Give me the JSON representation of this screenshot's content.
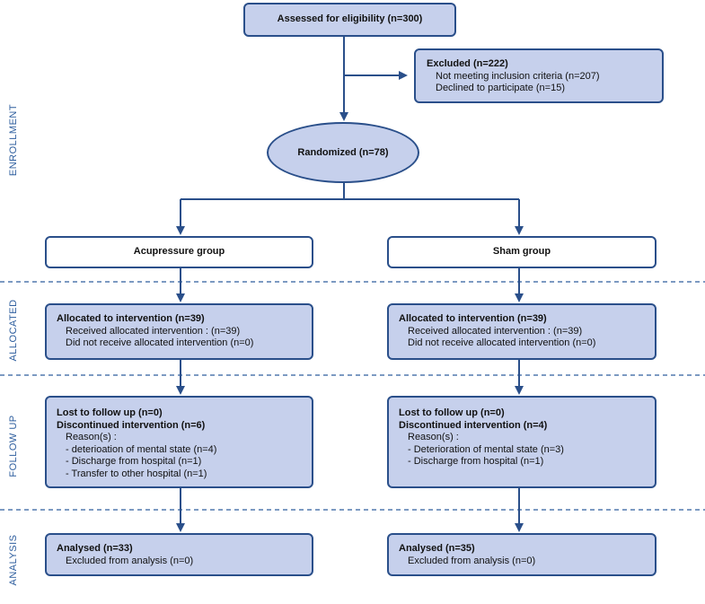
{
  "side_labels": {
    "enrollment": "ENROLLMENT",
    "allocated": "ALLOCATED",
    "follow_up": "FOLLOW UP",
    "analysis": "ANALYSIS"
  },
  "assessed": "Assessed for eligibility (n=300)",
  "excluded": {
    "title": "Excluded (n=222)",
    "lines": [
      "Not meeting inclusion criteria (n=207)",
      "Declined to participate (n=15)"
    ]
  },
  "randomized": "Randomized (n=78)",
  "groups": {
    "left": "Acupressure group",
    "right": "Sham group"
  },
  "allocation": {
    "left": {
      "title": "Allocated to intervention (n=39)",
      "line1": "Received allocated intervention : (n=39)",
      "line2": "Did not receive allocated intervention (n=0)"
    },
    "right": {
      "title": "Allocated to intervention (n=39)",
      "line1": "Received allocated intervention : (n=39)",
      "line2": "Did not receive allocated intervention (n=0)"
    }
  },
  "follow_up": {
    "left": {
      "lost": "Lost to follow up (n=0)",
      "discontinued": "Discontinued intervention (n=6)",
      "reason_label": "Reason(s) :",
      "reasons": [
        "- deterioation of mental state (n=4)",
        "- Discharge from hospital (n=1)",
        "- Transfer to other hospital (n=1)"
      ]
    },
    "right": {
      "lost": "Lost to follow up (n=0)",
      "discontinued": "Discontinued intervention (n=4)",
      "reason_label": "Reason(s) :",
      "reasons": [
        "- Deterioration of mental state (n=3)",
        "- Discharge from hospital (n=1)"
      ]
    }
  },
  "analysis": {
    "left": {
      "title": "Analysed (n=33)",
      "line": "Excluded from analysis (n=0)"
    },
    "right": {
      "title": "Analysed (n=35)",
      "line": "Excluded from analysis (n=0)"
    }
  },
  "colors": {
    "line": "#2a4f8a",
    "box_fill": "#c6d0ec",
    "dashed": "#2e5e9e",
    "side_text": "#2e5e9e"
  }
}
